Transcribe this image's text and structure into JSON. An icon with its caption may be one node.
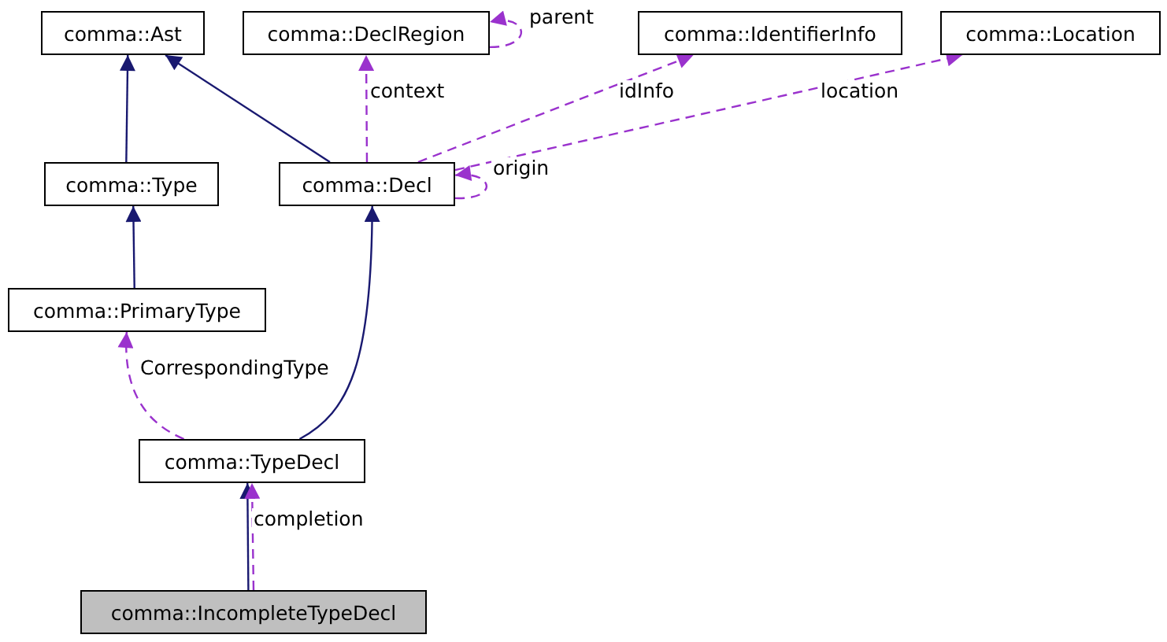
{
  "diagram": {
    "nodes": [
      {
        "text": [
          "comma::Ast"
        ]
      },
      {
        "text": [
          "comma::DeclRegion"
        ]
      },
      {
        "text": [
          "comma::IdentifierInfo"
        ]
      },
      {
        "text": [
          "comma::Location"
        ]
      },
      {
        "text": [
          "comma::Type"
        ]
      },
      {
        "text": [
          "comma::Decl"
        ]
      },
      {
        "text": [
          "comma::PrimaryType"
        ]
      },
      {
        "text": [
          "comma::TypeDecl"
        ]
      },
      {
        "text": [
          "comma::IncompleteTypeDecl"
        ]
      }
    ],
    "edges": [
      {
        "from": 4,
        "to": 0,
        "arrow": "to",
        "color": "#191970"
      },
      {
        "from": 5,
        "to": 0,
        "arrow": "to",
        "color": "#191970"
      },
      {
        "from": 6,
        "to": 4,
        "arrow": "to",
        "color": "#191970"
      },
      {
        "from": 7,
        "to": 5,
        "arrow": "to",
        "color": "#191970"
      },
      {
        "from": 8,
        "to": 7,
        "arrow": "to",
        "color": "#191970"
      },
      {
        "from": 5,
        "to": 1,
        "arrow": "to",
        "style": "dashed",
        "label": "context"
      },
      {
        "from": 1,
        "to": 1,
        "arrow": "to",
        "style": "dashed",
        "label": "parent"
      },
      {
        "from": 5,
        "to": 2,
        "arrow": "to",
        "style": "dashed",
        "label": "idInfo"
      },
      {
        "from": 5,
        "to": 3,
        "arrow": "to",
        "style": "dashed",
        "label": "location"
      },
      {
        "from": 5,
        "to": 5,
        "arrow": "to",
        "style": "dashed",
        "label": "origin"
      },
      {
        "from": 7,
        "to": 6,
        "arrow": "to",
        "style": "dashed",
        "label": "CorrespondingType"
      },
      {
        "from": 8,
        "to": 7,
        "arrow": "to",
        "style": "dashed",
        "label": "completion"
      }
    ]
  }
}
